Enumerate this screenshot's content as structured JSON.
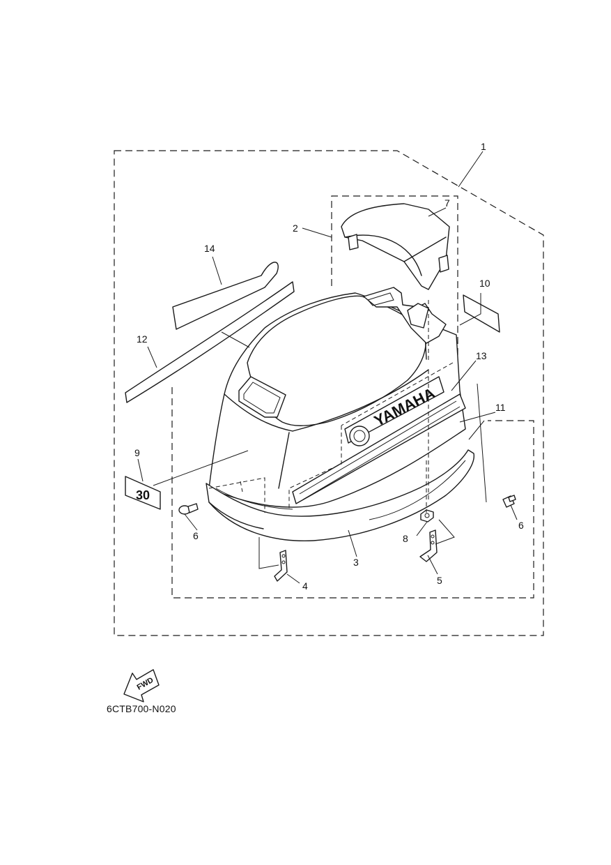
{
  "callouts": [
    {
      "id": "1",
      "label": "1"
    },
    {
      "id": "2",
      "label": "2"
    },
    {
      "id": "3",
      "label": "3"
    },
    {
      "id": "4",
      "label": "4"
    },
    {
      "id": "5",
      "label": "5"
    },
    {
      "id": "6a",
      "label": "6"
    },
    {
      "id": "6b",
      "label": "6"
    },
    {
      "id": "7",
      "label": "7"
    },
    {
      "id": "8",
      "label": "8"
    },
    {
      "id": "9",
      "label": "9"
    },
    {
      "id": "10",
      "label": "10"
    },
    {
      "id": "11",
      "label": "11"
    },
    {
      "id": "12",
      "label": "12"
    },
    {
      "id": "13",
      "label": "13"
    },
    {
      "id": "14",
      "label": "14"
    }
  ],
  "brand_text": "YAMAHA",
  "model_badge_text": "30",
  "fwd_label": "FWD",
  "diagram_code": "6CTB700-N020"
}
